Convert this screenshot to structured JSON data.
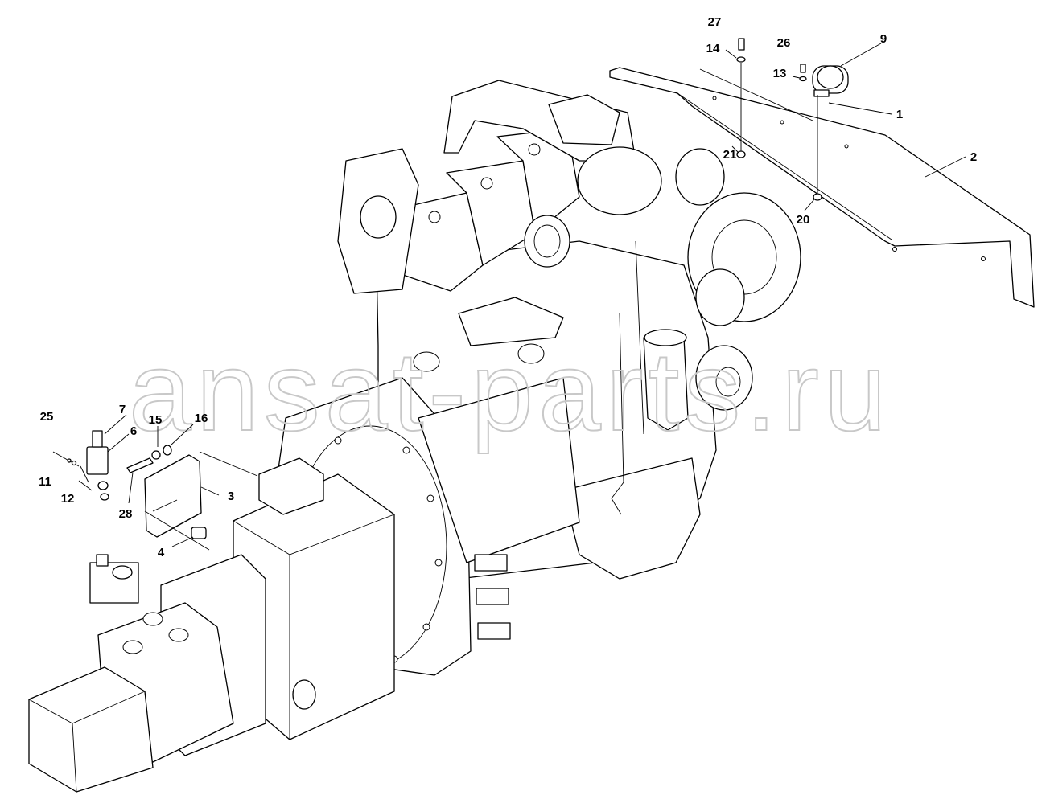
{
  "watermark": "ansat-parts.ru",
  "callouts": [
    {
      "id": "c27",
      "label": "27"
    },
    {
      "id": "c14",
      "label": "14"
    },
    {
      "id": "c26",
      "label": "26"
    },
    {
      "id": "c9",
      "label": "9"
    },
    {
      "id": "c13",
      "label": "13"
    },
    {
      "id": "c1",
      "label": "1"
    },
    {
      "id": "c2",
      "label": "2"
    },
    {
      "id": "c21",
      "label": "21"
    },
    {
      "id": "c20",
      "label": "20"
    },
    {
      "id": "c25",
      "label": "25"
    },
    {
      "id": "c7",
      "label": "7"
    },
    {
      "id": "c6",
      "label": "6"
    },
    {
      "id": "c15",
      "label": "15"
    },
    {
      "id": "c16",
      "label": "16"
    },
    {
      "id": "c3",
      "label": "3"
    },
    {
      "id": "c11",
      "label": "11"
    },
    {
      "id": "c12",
      "label": "12"
    },
    {
      "id": "c28",
      "label": "28"
    },
    {
      "id": "c4",
      "label": "4"
    }
  ]
}
